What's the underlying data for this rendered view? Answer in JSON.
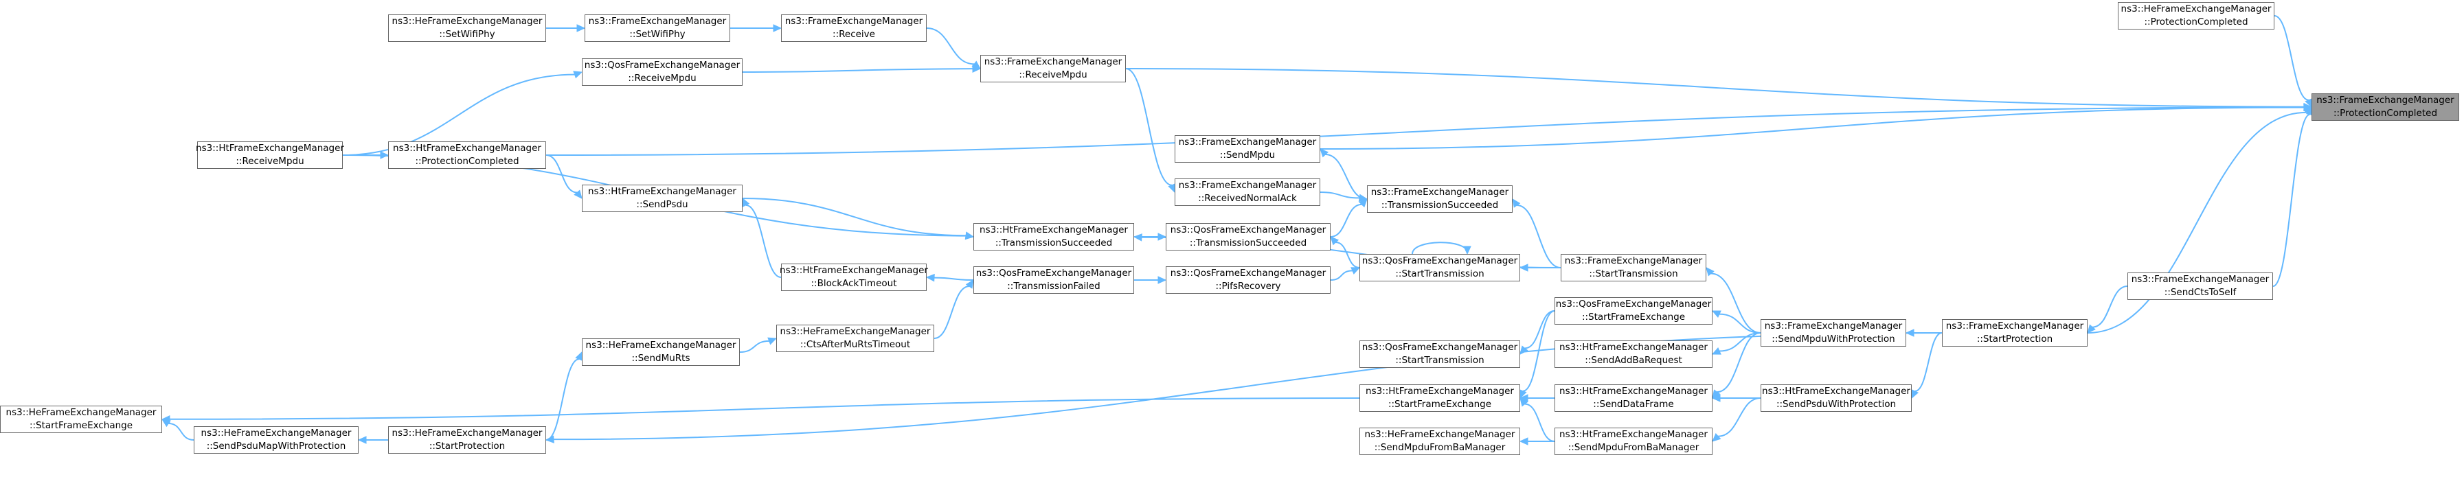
{
  "colors": {
    "edge": "#63b8ff",
    "node_border": "#666666",
    "root_fill": "#999999",
    "node_fill": "#ffffff"
  },
  "nodes": [
    {
      "id": "root",
      "root": true,
      "line1": "ns3::FrameExchangeManager",
      "line2": "::ProtectionCompleted"
    },
    {
      "id": "he_protcompl",
      "line1": "ns3::HeFrameExchangeManager",
      "line2": "::ProtectionCompleted"
    },
    {
      "id": "fem_recvmpdu",
      "line1": "ns3::FrameExchangeManager",
      "line2": "::ReceiveMpdu"
    },
    {
      "id": "he_setwifiphy",
      "line1": "ns3::HeFrameExchangeManager",
      "line2": "::SetWifiPhy"
    },
    {
      "id": "fem_setwifiphy",
      "line1": "ns3::FrameExchangeManager",
      "line2": "::SetWifiPhy"
    },
    {
      "id": "fem_receive",
      "line1": "ns3::FrameExchangeManager",
      "line2": "::Receive"
    },
    {
      "id": "qos_recvmpdu",
      "line1": "ns3::QosFrameExchangeManager",
      "line2": "::ReceiveMpdu"
    },
    {
      "id": "ht_recvmpdu",
      "line1": "ns3::HtFrameExchangeManager",
      "line2": "::ReceiveMpdu"
    },
    {
      "id": "ht_protcompl",
      "line1": "ns3::HtFrameExchangeManager",
      "line2": "::ProtectionCompleted"
    },
    {
      "id": "fem_sendmpdu",
      "line1": "ns3::FrameExchangeManager",
      "line2": "::SendMpdu"
    },
    {
      "id": "fem_recvnormack",
      "line1": "ns3::FrameExchangeManager",
      "line2": "::ReceivedNormalAck"
    },
    {
      "id": "fem_txsucc",
      "line1": "ns3::FrameExchangeManager",
      "line2": "::TransmissionSucceeded"
    },
    {
      "id": "ht_sendpsdu",
      "line1": "ns3::HtFrameExchangeManager",
      "line2": "::SendPsdu"
    },
    {
      "id": "ht_txsucc",
      "line1": "ns3::HtFrameExchangeManager",
      "line2": "::TransmissionSucceeded"
    },
    {
      "id": "qos_txsucc",
      "line1": "ns3::QosFrameExchangeManager",
      "line2": "::TransmissionSucceeded"
    },
    {
      "id": "qos_starttx_a",
      "line1": "ns3::QosFrameExchangeManager",
      "line2": "::StartTransmission"
    },
    {
      "id": "fem_starttx",
      "line1": "ns3::FrameExchangeManager",
      "line2": "::StartTransmission"
    },
    {
      "id": "ht_blockacktimeout",
      "line1": "ns3::HtFrameExchangeManager",
      "line2": "::BlockAckTimeout"
    },
    {
      "id": "qos_txfailed",
      "line1": "ns3::QosFrameExchangeManager",
      "line2": "::TransmissionFailed"
    },
    {
      "id": "qos_pifsrecovery",
      "line1": "ns3::QosFrameExchangeManager",
      "line2": "::PifsRecovery"
    },
    {
      "id": "he_ctsaftermurts",
      "line1": "ns3::HeFrameExchangeManager",
      "line2": "::CtsAfterMuRtsTimeout"
    },
    {
      "id": "he_sendmurts",
      "line1": "ns3::HeFrameExchangeManager",
      "line2": "::SendMuRts"
    },
    {
      "id": "qos_startfe",
      "line1": "ns3::QosFrameExchangeManager",
      "line2": "::StartFrameExchange"
    },
    {
      "id": "qos_starttx_b",
      "line1": "ns3::QosFrameExchangeManager",
      "line2": "::StartTransmission"
    },
    {
      "id": "ht_sendaddba",
      "line1": "ns3::HtFrameExchangeManager",
      "line2": "::SendAddBaRequest"
    },
    {
      "id": "fem_sendmpduwp",
      "line1": "ns3::FrameExchangeManager",
      "line2": "::SendMpduWithProtection"
    },
    {
      "id": "fem_startprot",
      "line1": "ns3::FrameExchangeManager",
      "line2": "::StartProtection"
    },
    {
      "id": "fem_sendctstoself",
      "line1": "ns3::FrameExchangeManager",
      "line2": "::SendCtsToSelf"
    },
    {
      "id": "he_startfe",
      "line1": "ns3::HeFrameExchangeManager",
      "line2": "::StartFrameExchange"
    },
    {
      "id": "he_sendpsdumap",
      "line1": "ns3::HeFrameExchangeManager",
      "line2": "::SendPsduMapWithProtection"
    },
    {
      "id": "he_startprot",
      "line1": "ns3::HeFrameExchangeManager",
      "line2": "::StartProtection"
    },
    {
      "id": "ht_startfe",
      "line1": "ns3::HtFrameExchangeManager",
      "line2": "::StartFrameExchange"
    },
    {
      "id": "ht_senddataframe",
      "line1": "ns3::HtFrameExchangeManager",
      "line2": "::SendDataFrame"
    },
    {
      "id": "ht_sendpsduwp",
      "line1": "ns3::HtFrameExchangeManager",
      "line2": "::SendPsduWithProtection"
    },
    {
      "id": "he_sendmpdufromba",
      "line1": "ns3::HeFrameExchangeManager",
      "line2": "::SendMpduFromBaManager"
    },
    {
      "id": "ht_sendmpdufromba",
      "line1": "ns3::HtFrameExchangeManager",
      "line2": "::SendMpduFromBaManager"
    }
  ],
  "edges": [
    [
      "he_protcompl",
      "root"
    ],
    [
      "fem_recvmpdu",
      "root"
    ],
    [
      "ht_protcompl",
      "root"
    ],
    [
      "fem_sendmpdu",
      "root"
    ],
    [
      "fem_startprot",
      "root"
    ],
    [
      "fem_sendctstoself",
      "root"
    ],
    [
      "fem_receive",
      "fem_recvmpdu"
    ],
    [
      "fem_setwifiphy",
      "fem_receive"
    ],
    [
      "he_setwifiphy",
      "fem_setwifiphy"
    ],
    [
      "qos_recvmpdu",
      "fem_recvmpdu"
    ],
    [
      "ht_recvmpdu",
      "qos_recvmpdu"
    ],
    [
      "ht_recvmpdu",
      "ht_protcompl"
    ],
    [
      "fem_recvmpdu",
      "fem_recvnormack"
    ],
    [
      "fem_txsucc",
      "fem_sendmpdu"
    ],
    [
      "fem_recvnormack",
      "fem_txsucc"
    ],
    [
      "qos_txsucc",
      "fem_txsucc"
    ],
    [
      "ht_txsucc",
      "qos_txsucc"
    ],
    [
      "ht_sendpsdu",
      "ht_txsucc"
    ],
    [
      "ht_recvmpdu",
      "ht_txsucc"
    ],
    [
      "ht_protcompl",
      "ht_sendpsdu"
    ],
    [
      "ht_blockacktimeout",
      "ht_sendpsdu"
    ],
    [
      "qos_starttx_a",
      "qos_txsucc"
    ],
    [
      "fem_starttx",
      "fem_txsucc"
    ],
    [
      "fem_starttx",
      "qos_starttx_a"
    ],
    [
      "qos_pifsrecovery",
      "qos_starttx_a"
    ],
    [
      "qos_txfailed",
      "qos_pifsrecovery"
    ],
    [
      "qos_txfailed",
      "ht_blockacktimeout"
    ],
    [
      "he_ctsaftermurts",
      "qos_txfailed"
    ],
    [
      "he_sendmurts",
      "he_ctsaftermurts"
    ],
    [
      "he_startprot",
      "he_sendmurts"
    ],
    [
      "fem_sendmpduwp",
      "fem_starttx"
    ],
    [
      "fem_sendmpduwp",
      "qos_startfe"
    ],
    [
      "fem_sendmpduwp",
      "ht_sendaddba"
    ],
    [
      "fem_sendmpduwp",
      "ht_senddataframe"
    ],
    [
      "fem_startprot",
      "fem_sendmpduwp"
    ],
    [
      "fem_startprot",
      "ht_sendpsduwp"
    ],
    [
      "fem_startprot",
      "he_startprot"
    ],
    [
      "fem_sendctstoself",
      "fem_startprot"
    ],
    [
      "qos_startfe",
      "ht_startfe"
    ],
    [
      "qos_startfe",
      "qos_starttx_b"
    ],
    [
      "ht_startfe",
      "he_startfe"
    ],
    [
      "ht_senddataframe",
      "ht_startfe"
    ],
    [
      "ht_sendpsduwp",
      "ht_senddataframe"
    ],
    [
      "ht_sendpsduwp",
      "ht_sendmpdufromba"
    ],
    [
      "ht_sendmpdufromba",
      "ht_startfe"
    ],
    [
      "ht_sendmpdufromba",
      "he_sendmpdufromba"
    ],
    [
      "he_sendpsdumap",
      "he_startfe"
    ],
    [
      "he_startprot",
      "he_sendpsdumap"
    ],
    [
      "fem_starttx",
      "ht_txsucc"
    ],
    [
      "qos_starttx_a",
      "qos_starttx_a"
    ]
  ]
}
